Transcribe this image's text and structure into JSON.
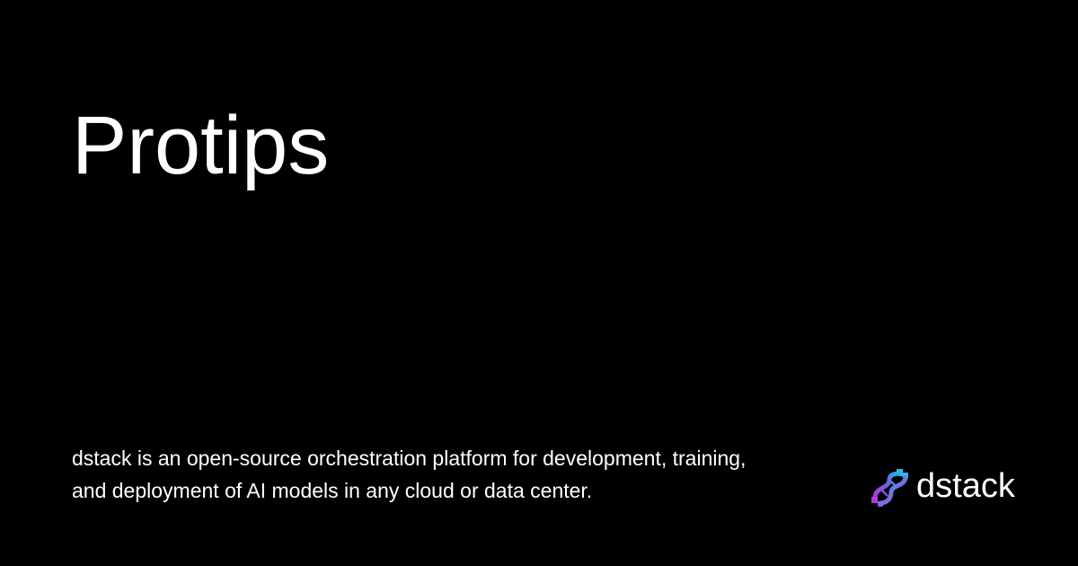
{
  "title": "Protips",
  "description_lines": [
    "dstack is an open-source orchestration platform for development, training,",
    "and deployment of AI models in any cloud or data center."
  ],
  "brand": {
    "name": "dstack",
    "logo_icon": "dstack-dna-logo-icon"
  },
  "colors": {
    "background": "#000000",
    "text": "#ffffff",
    "logo_cyan": "#2bb8e8",
    "logo_magenta": "#b13bd8"
  }
}
